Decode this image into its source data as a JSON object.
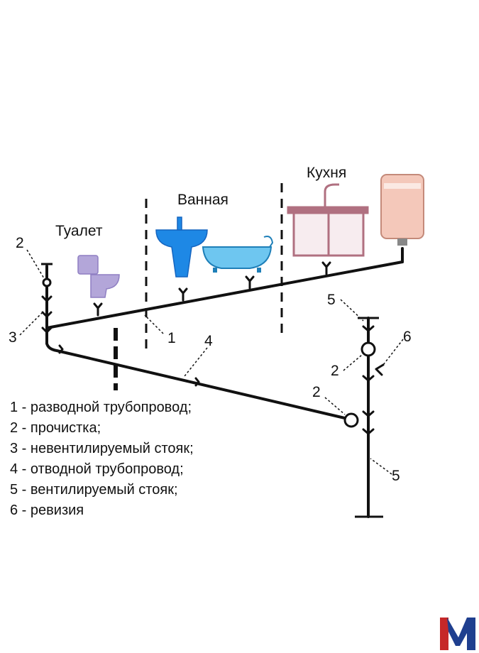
{
  "rooms": {
    "toilet": "Туалет",
    "bathroom": "Ванная",
    "kitchen": "Кухня"
  },
  "callouts": {
    "n1": "1",
    "n2": "2",
    "n3": "3",
    "n4": "4",
    "n5": "5",
    "n6": "6"
  },
  "legend": [
    {
      "number": "1",
      "text": "разводной трубопровод;"
    },
    {
      "number": "2",
      "text": "прочистка;"
    },
    {
      "number": "3",
      "text": "невентилируемый стояк;"
    },
    {
      "number": "4",
      "text": "отводной трубопровод;"
    },
    {
      "number": "5",
      "text": "вентилируемый стояк;"
    },
    {
      "number": "6",
      "text": "ревизия"
    }
  ],
  "logo": {
    "letter": "M",
    "colors": [
      "#c62828",
      "#1f3f8f"
    ]
  },
  "colors": {
    "pipe": "#111111",
    "toilet": "#b3a6d9",
    "sink": "#1e88e5",
    "bathtub": "#6ec6f0",
    "cabinet": "#b07080",
    "boiler": "#f4c8ba"
  }
}
